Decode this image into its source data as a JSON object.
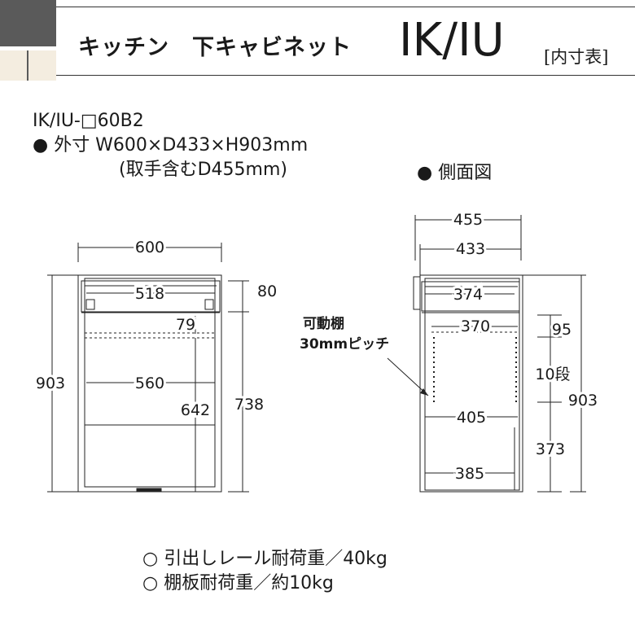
{
  "header": {
    "title": "キッチン　下キャビネット",
    "model": "IK/IU",
    "suffix": "[内寸表]"
  },
  "spec": {
    "model_code": "IK/IU-□60B2",
    "outer_dims": "● 外寸 W600×D433×H903mm",
    "handle_note": "(取手含むD455mm)"
  },
  "side_view_title": "● 側面図",
  "front_dims": {
    "width": "600",
    "drawer_inner_width": "518",
    "drawer_height": "80",
    "shelf_offset": "79",
    "inner_width": "560",
    "inner_height": "642",
    "body_height": "738",
    "total_height": "903"
  },
  "side_dims": {
    "depth_with_handle": "455",
    "depth": "433",
    "drawer_depth": "374",
    "shelf_depth": "370",
    "top_gap": "95",
    "shelf_steps": "10段",
    "inner_depth": "405",
    "lower_height": "373",
    "bottom_depth": "385",
    "total_height": "903"
  },
  "shelf_label": {
    "line1": "可動棚",
    "line2": "30mmピッチ"
  },
  "notes": [
    "○ 引出しレール耐荷重／40kg",
    "○ 棚板耐荷重／約10kg"
  ]
}
